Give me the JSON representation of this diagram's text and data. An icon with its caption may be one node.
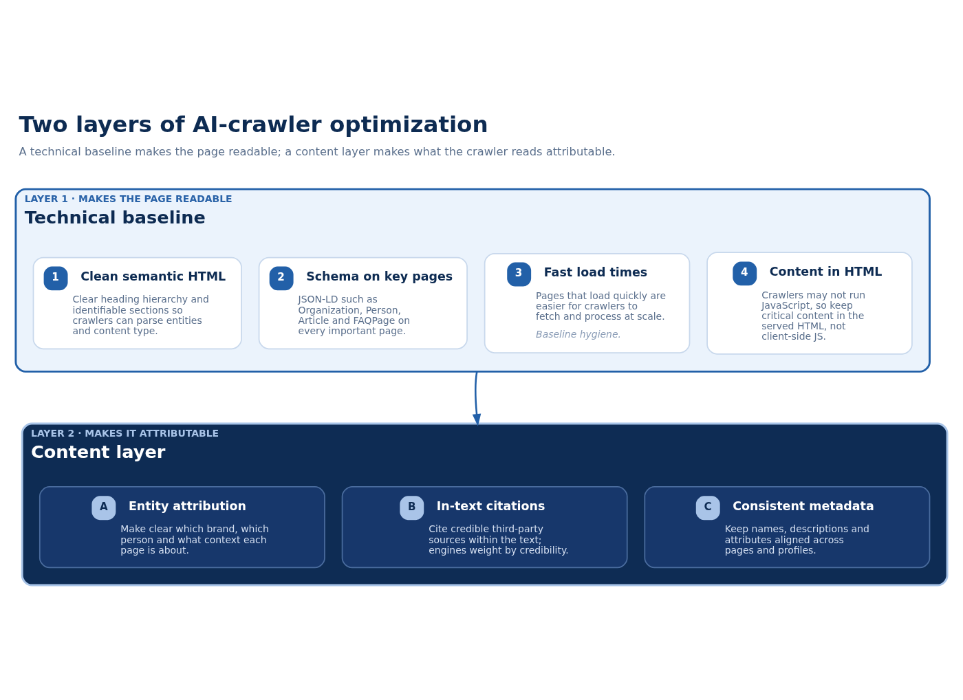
{
  "diagram": {
    "title": "Two layers of AI-crawler optimization",
    "caption": "A technical baseline makes the page readable; a content layer makes what the crawler reads attributable.",
    "nodes": [
      {
        "text": [
          "LAYER 1 · MAKES THE PAGE READABLE",
          "Technical baseline"
        ]
      },
      {
        "text": [
          "1",
          "Clean semantic HTML",
          "Clear heading hierarchy and identifiable sections so crawlers can parse entities and content type."
        ],
        "in": 0
      },
      {
        "text": [
          "2",
          "Schema on key pages",
          "JSON-LD such as Organization, Person, Article and FAQPage on every important page."
        ],
        "in": 0
      },
      {
        "text": [
          "3",
          "Fast load times",
          "Pages that load quickly are easier for crawlers to fetch and process at scale.",
          "Baseline hygiene."
        ],
        "in": 0
      },
      {
        "text": [
          "4",
          "Content in HTML",
          "Crawlers may not run JavaScript, so keep critical content in the served HTML, not client-side JS."
        ],
        "in": 0
      },
      {
        "text": [
          "LAYER 2 · MAKES IT ATTRIBUTABLE",
          "Content layer"
        ]
      },
      {
        "text": [
          "A",
          "Entity attribution",
          "Make clear which brand, which person and what context each page is about."
        ],
        "in": 5
      },
      {
        "text": [
          "B",
          "In-text citations",
          "Cite credible third-party sources within the text; engines weight by credibility."
        ],
        "in": 5
      },
      {
        "text": [
          "C",
          "Consistent metadata",
          "Keep names, descriptions and attributes aligned across pages and profiles."
        ],
        "in": 5
      }
    ],
    "edges": [
      {
        "from": 0,
        "to": 5,
        "arrow": "to"
      }
    ]
  }
}
